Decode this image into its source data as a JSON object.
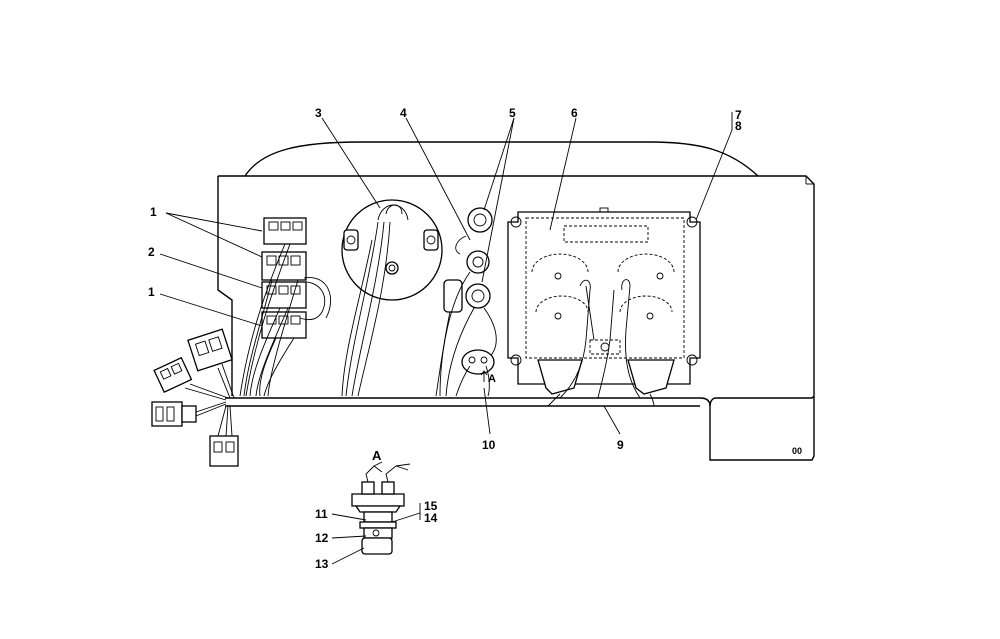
{
  "callouts": {
    "c1a": "1",
    "c1b": "1",
    "c2": "2",
    "c3": "3",
    "c4": "4",
    "c5": "5",
    "c6": "6",
    "c7": "7",
    "c8": "8",
    "c9": "9",
    "c10": "10",
    "c11": "11",
    "c12": "12",
    "c13": "13",
    "c14": "14",
    "c15": "15"
  },
  "view_marks": {
    "detail_a_arrow": "A",
    "detail_a_title": "A"
  },
  "corner_mark": "00"
}
